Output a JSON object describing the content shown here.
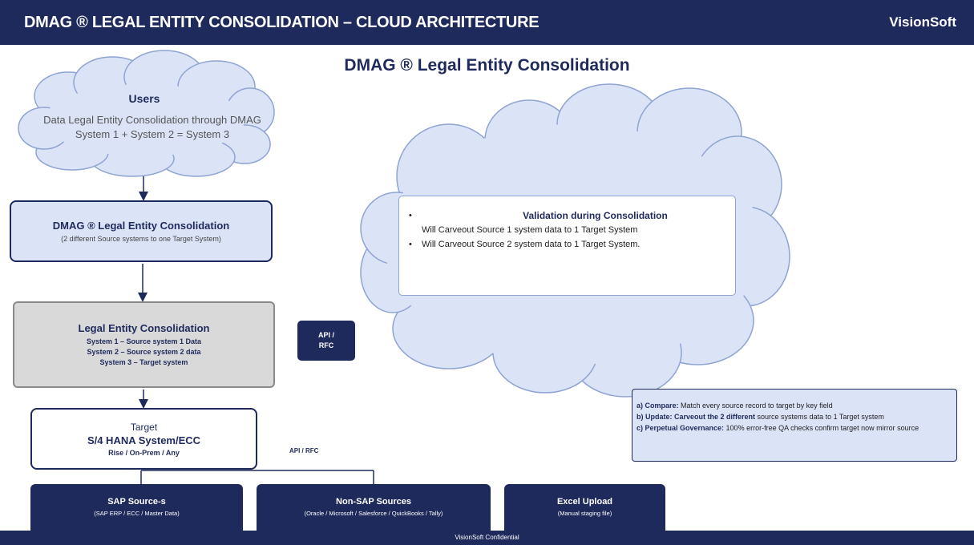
{
  "header": {
    "title": "DMAG ® LEGAL ENTITY CONSOLIDATION – CLOUD ARCHITECTURE",
    "brand": "VisionSoft"
  },
  "page_title": "DMAG ® Legal Entity Consolidation",
  "users_cloud": {
    "title": "Users",
    "line1": "Data Legal Entity Consolidation through DMAG",
    "line2": "System 1 + System 2 = System 3"
  },
  "dmag_box": {
    "title": "DMAG ® Legal Entity Consolidation",
    "subtitle": "(2 different Source systems to one Target System)"
  },
  "legal_box": {
    "title": "Legal Entity Consolidation",
    "lines": [
      "System 1 – Source system 1 Data",
      "System 2 – Source system 2 data",
      "System 3 – Target system"
    ]
  },
  "api_box": {
    "line1": "API /",
    "line2": "RFC"
  },
  "target_box": {
    "label": "Target",
    "system": "S/4 HANA System/ECC",
    "deploy": "Rise / On-Prem / Any"
  },
  "api_rfc_small": "API / RFC",
  "sources": [
    {
      "title": "SAP Source-s",
      "subtitle": "(SAP ERP / ECC / Master Data)"
    },
    {
      "title": "Non-SAP Sources",
      "subtitle": "(Oracle / Microsoft / Salesforce / QuickBooks / Tally)"
    },
    {
      "title": "Excel Upload",
      "subtitle": "(Manual staging file)"
    }
  ],
  "validation": {
    "bullet": "•",
    "title": "Validation during Consolidation",
    "line1": "Will Carveout Source 1 system data to 1 Target System",
    "line2": "Will Carveout Source 2 system data to 1 Target System."
  },
  "legend": {
    "a_label": "a) Compare:",
    "a_text": " Match every source record to target by key field",
    "b_label_1": "b) Update:",
    "b_label_2": " Carveout the 2 different",
    "b_text": " source systems data to 1 Target system",
    "c_label": "c) Perpetual Governance:",
    "c_text": " 100% error-free QA checks confirm target now mirror source"
  },
  "footer": "VisionSoft Confidential",
  "colors": {
    "navy": "#1f2a5c",
    "cloud_fill": "#dbe4f7",
    "cloud_stroke": "#8ea4d2",
    "grey_box": "#d9d9d9"
  }
}
